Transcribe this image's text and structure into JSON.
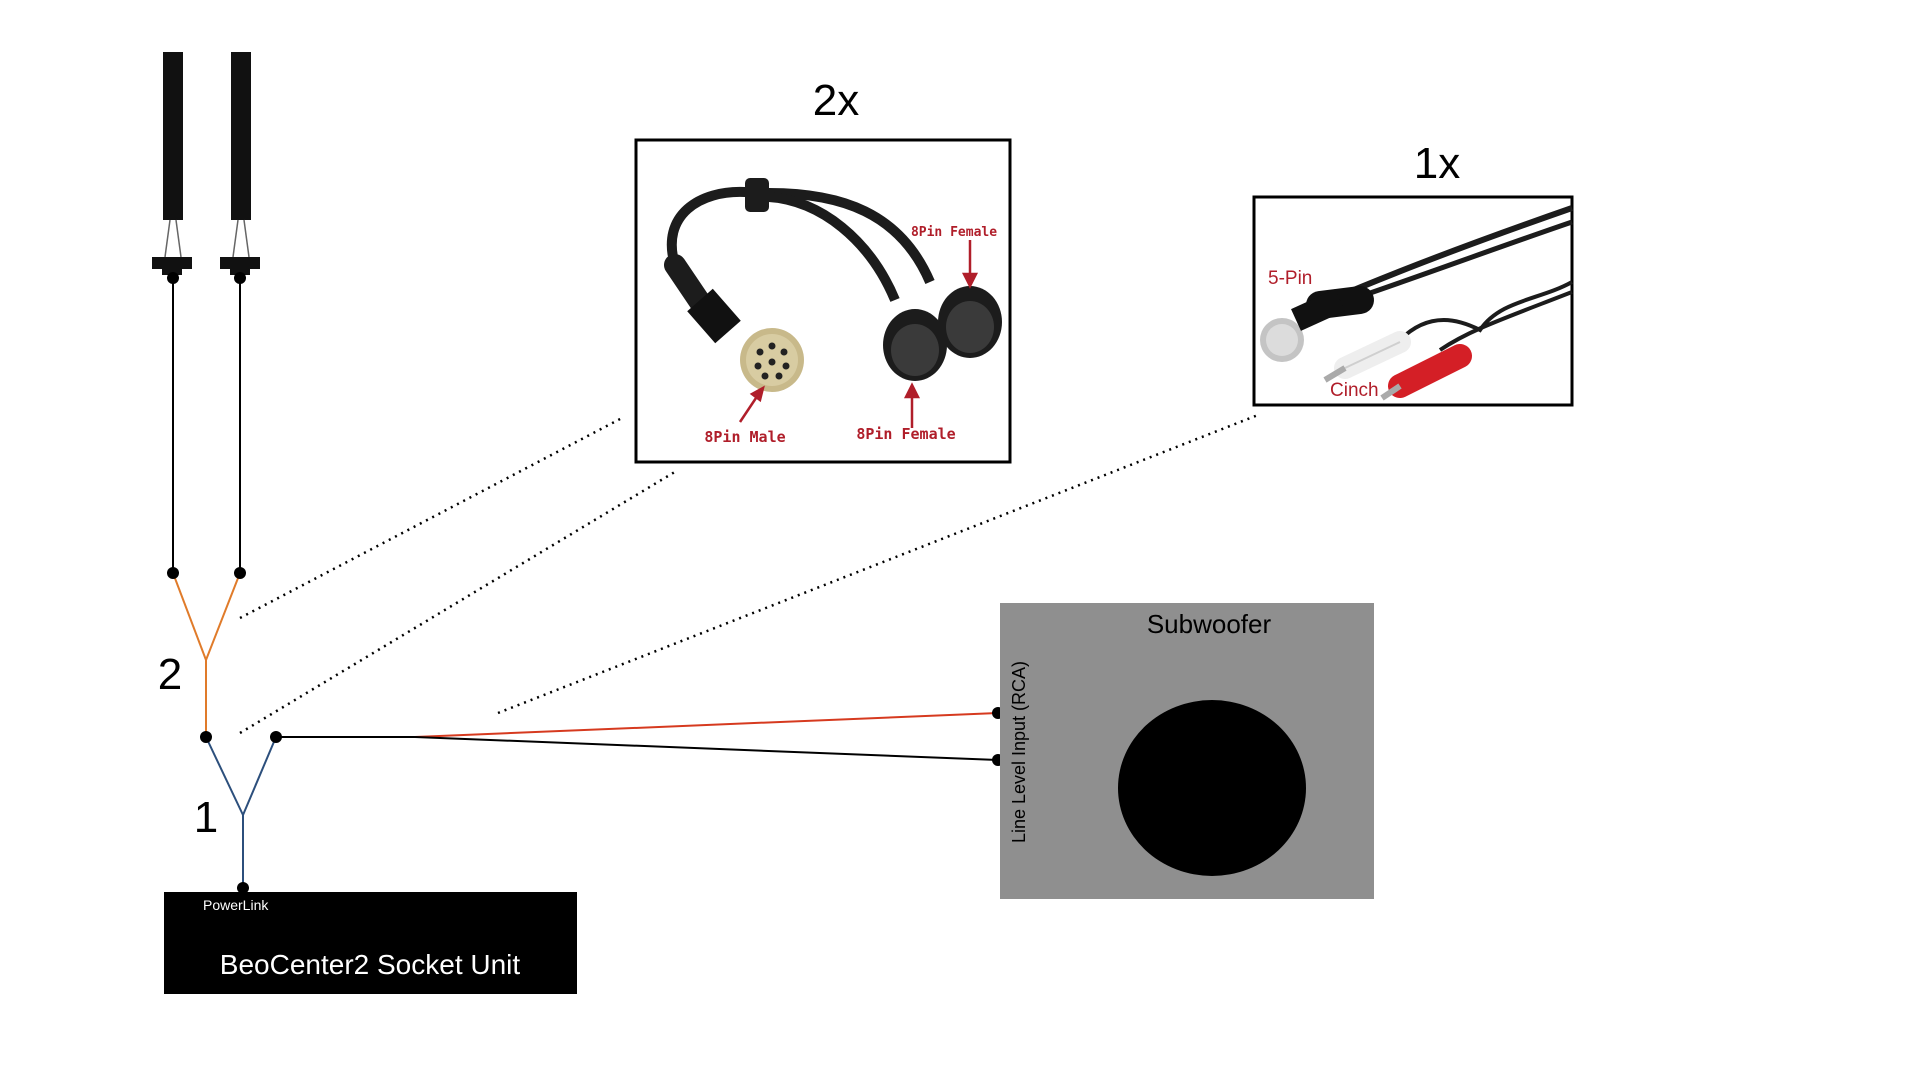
{
  "labels": {
    "qty_y_cable": "2x",
    "qty_din_cinch": "1x",
    "split_2": "2",
    "split_1": "1",
    "powerlink": "PowerLink",
    "socket_unit": "BeoCenter2 Socket Unit",
    "subwoofer": "Subwoofer",
    "line_input": "Line Level Input (RCA)"
  },
  "y_cable_photo": {
    "pin_male": "8Pin Male",
    "pin_female_top": "8Pin Female",
    "pin_female_bottom": "8Pin Female"
  },
  "din_cinch_photo": {
    "five_pin": "5-Pin",
    "cinch": "Cinch"
  },
  "colors": {
    "orange_wire": "#e07b2a",
    "blue_wire": "#2c4f7c",
    "red_wire": "#d63a1f",
    "black": "#000000",
    "subwoofer_box": "#8f8f8f",
    "annotation_red": "#b01e2a"
  }
}
